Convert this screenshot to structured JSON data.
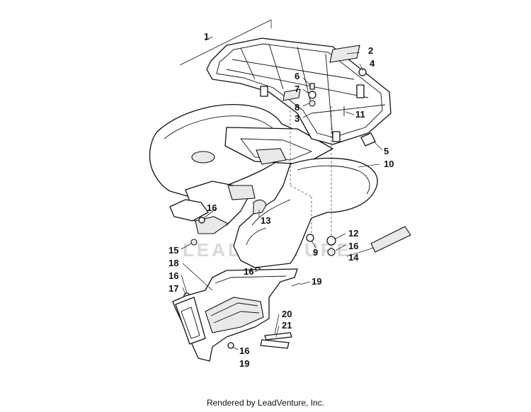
{
  "callouts": [
    {
      "id": "1",
      "label": "1"
    },
    {
      "id": "2",
      "label": "2"
    },
    {
      "id": "3",
      "label": "3"
    },
    {
      "id": "4",
      "label": "4"
    },
    {
      "id": "5",
      "label": "5"
    },
    {
      "id": "6",
      "label": "6"
    },
    {
      "id": "7",
      "label": "7"
    },
    {
      "id": "8",
      "label": "8"
    },
    {
      "id": "9",
      "label": "9"
    },
    {
      "id": "10",
      "label": "10"
    },
    {
      "id": "11",
      "label": "11"
    },
    {
      "id": "12",
      "label": "12"
    },
    {
      "id": "13",
      "label": "13"
    },
    {
      "id": "14",
      "label": "14"
    },
    {
      "id": "15",
      "label": "15"
    },
    {
      "id": "16a",
      "label": "16"
    },
    {
      "id": "16b",
      "label": "16"
    },
    {
      "id": "16c",
      "label": "16"
    },
    {
      "id": "16d",
      "label": "16"
    },
    {
      "id": "16e",
      "label": "16"
    },
    {
      "id": "17",
      "label": "17"
    },
    {
      "id": "18",
      "label": "18"
    },
    {
      "id": "19a",
      "label": "19"
    },
    {
      "id": "19b",
      "label": "19"
    },
    {
      "id": "20",
      "label": "20"
    },
    {
      "id": "21",
      "label": "21"
    }
  ],
  "watermark": "LEADVENTURE",
  "footer": "Rendered by LeadVenture, Inc."
}
